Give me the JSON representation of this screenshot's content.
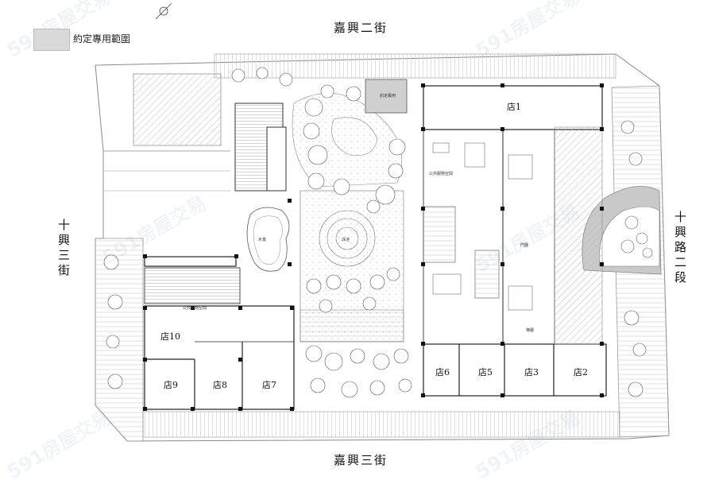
{
  "legend": {
    "label": "約定專用範圍",
    "swatch_color": "#d9d9d9"
  },
  "streets": {
    "north": "嘉興二街",
    "south": "嘉興三街",
    "west": "十興三街",
    "east": "十興路二段"
  },
  "shops": {
    "s1": "店1",
    "s2": "店2",
    "s3": "店3",
    "s5": "店5",
    "s6": "店6",
    "s7": "店7",
    "s8": "店8",
    "s9": "店9",
    "s10": "店10"
  },
  "labels": {
    "agreed_zone": "約定專用",
    "public_space": "公共服務空間",
    "lobby": "門廳",
    "stairs": "梯廳",
    "water": "水景",
    "pool": "泳池"
  },
  "watermark": "591房屋交易"
}
